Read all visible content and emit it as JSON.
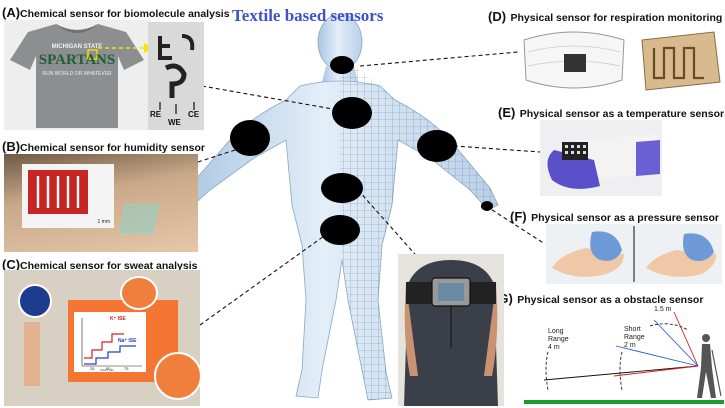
{
  "title": "Textile based sensors",
  "panels": {
    "a": {
      "tag": "(A)",
      "text": "Chemical sensor for biomolecule analysis"
    },
    "b": {
      "tag": "(B)",
      "text": "Chemical sensor for humidity sensor"
    },
    "c": {
      "tag": "(C)",
      "text": "Chemical sensor for sweat analysis"
    },
    "d": {
      "tag": "(D)",
      "text": "Physical sensor for respiration monitoring"
    },
    "e": {
      "tag": "(E)",
      "text": "Physical sensor as a temperature sensor"
    },
    "f": {
      "tag": "(F)",
      "text": "Physical sensor as a pressure sensor"
    },
    "g": {
      "tag": "(G)",
      "text": "Physical sensor as a obstacle sensor"
    }
  },
  "shirt": {
    "brand": "MICHIGAN STATE",
    "name": "SPARTANS",
    "sub": "RUN WORLD OR WHATEVER"
  },
  "electrodes": {
    "re": "RE",
    "we": "WE",
    "ce": "CE"
  },
  "humidity": {
    "scale": "1 mm"
  },
  "sweat": {
    "k_ise": "K⁺ ISE",
    "na_ise": "Na⁺ ISE",
    "x_label": "Time / min",
    "x_ticks": [
      "25",
      "50",
      "75"
    ]
  },
  "obstacle": {
    "long_range": "Long\nRange\n4 m",
    "short_range": "Short\nRange\n2 m",
    "near": "1.5 m"
  },
  "colors": {
    "title": "#3f52c9",
    "body": "#cfe1f2",
    "spot": "#000000",
    "ground": "#1f9a2e"
  }
}
